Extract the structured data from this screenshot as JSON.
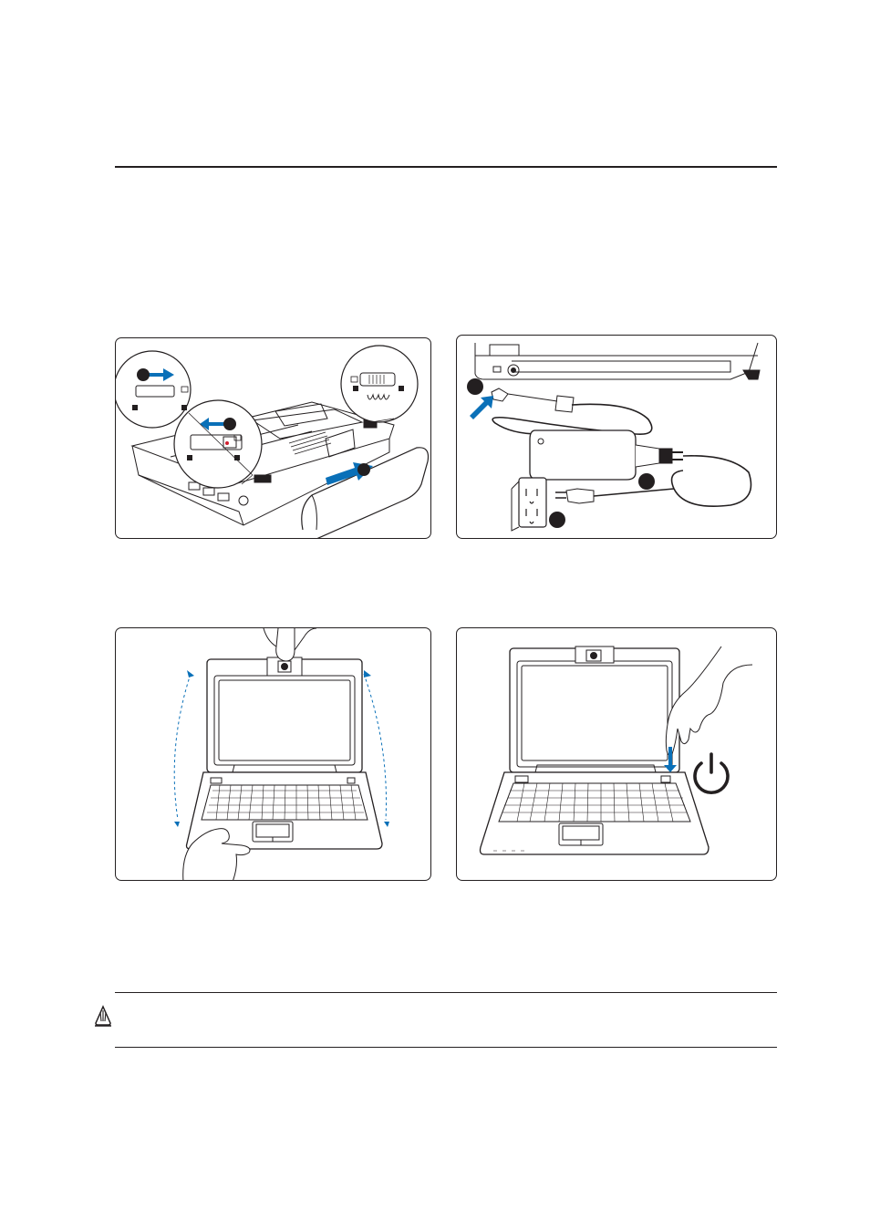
{
  "page": {
    "background": "#ffffff",
    "ink": "#231f20",
    "accent": "#0a70b8"
  },
  "figures": [
    {
      "name": "install-battery",
      "icons": [
        "unlock-icon",
        "lock-icon",
        "arrow-icon"
      ],
      "callouts": 3
    },
    {
      "name": "connect-power-adapter",
      "icons": [
        "dc-plug-icon",
        "power-adapter-icon",
        "wall-outlet-icon"
      ],
      "callouts": 3
    },
    {
      "name": "open-lcd-panel",
      "icons": [
        "laptop-icon",
        "hand-icon"
      ]
    },
    {
      "name": "turn-on-power",
      "icons": [
        "laptop-icon",
        "hand-icon",
        "power-symbol-icon"
      ]
    }
  ],
  "note": {
    "icon": "warning-icon"
  }
}
